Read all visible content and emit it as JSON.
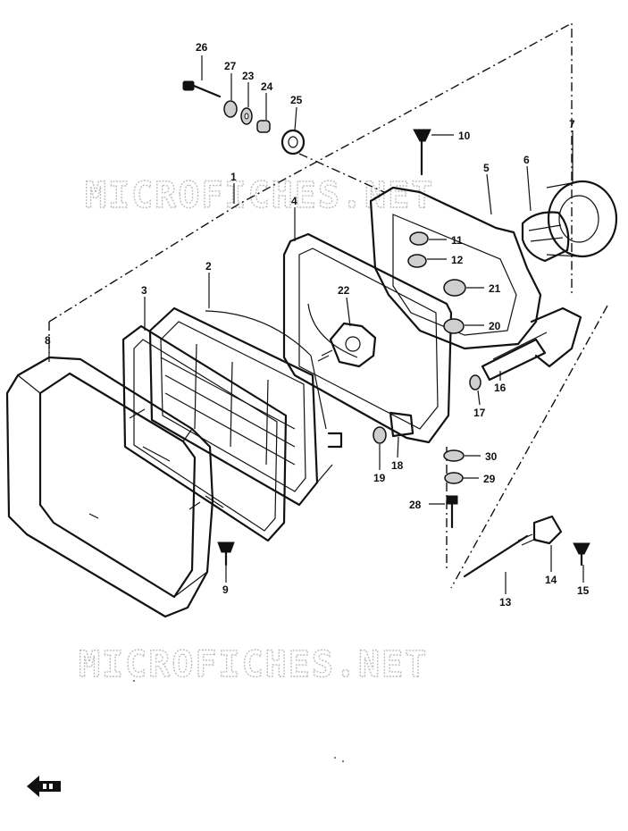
{
  "watermark": {
    "text": "MICROFICHES.NET"
  },
  "labels": {
    "p1": "1",
    "p2": "2",
    "p3": "3",
    "p4": "4",
    "p5": "5",
    "p6": "6",
    "p7": "7",
    "p8": "8",
    "p9": "9",
    "p10": "10",
    "p11": "11",
    "p12": "12",
    "p13": "13",
    "p14": "14",
    "p15": "15",
    "p16": "16",
    "p17": "17",
    "p18": "18",
    "p19": "19",
    "p20": "20",
    "p21": "21",
    "p22": "22",
    "p23": "23",
    "p24": "24",
    "p25": "25",
    "p26": "26",
    "p27": "27",
    "p28": "28",
    "p29": "29",
    "p30": "30"
  },
  "icons": {
    "front_arrow": "front-direction-arrow-icon"
  }
}
